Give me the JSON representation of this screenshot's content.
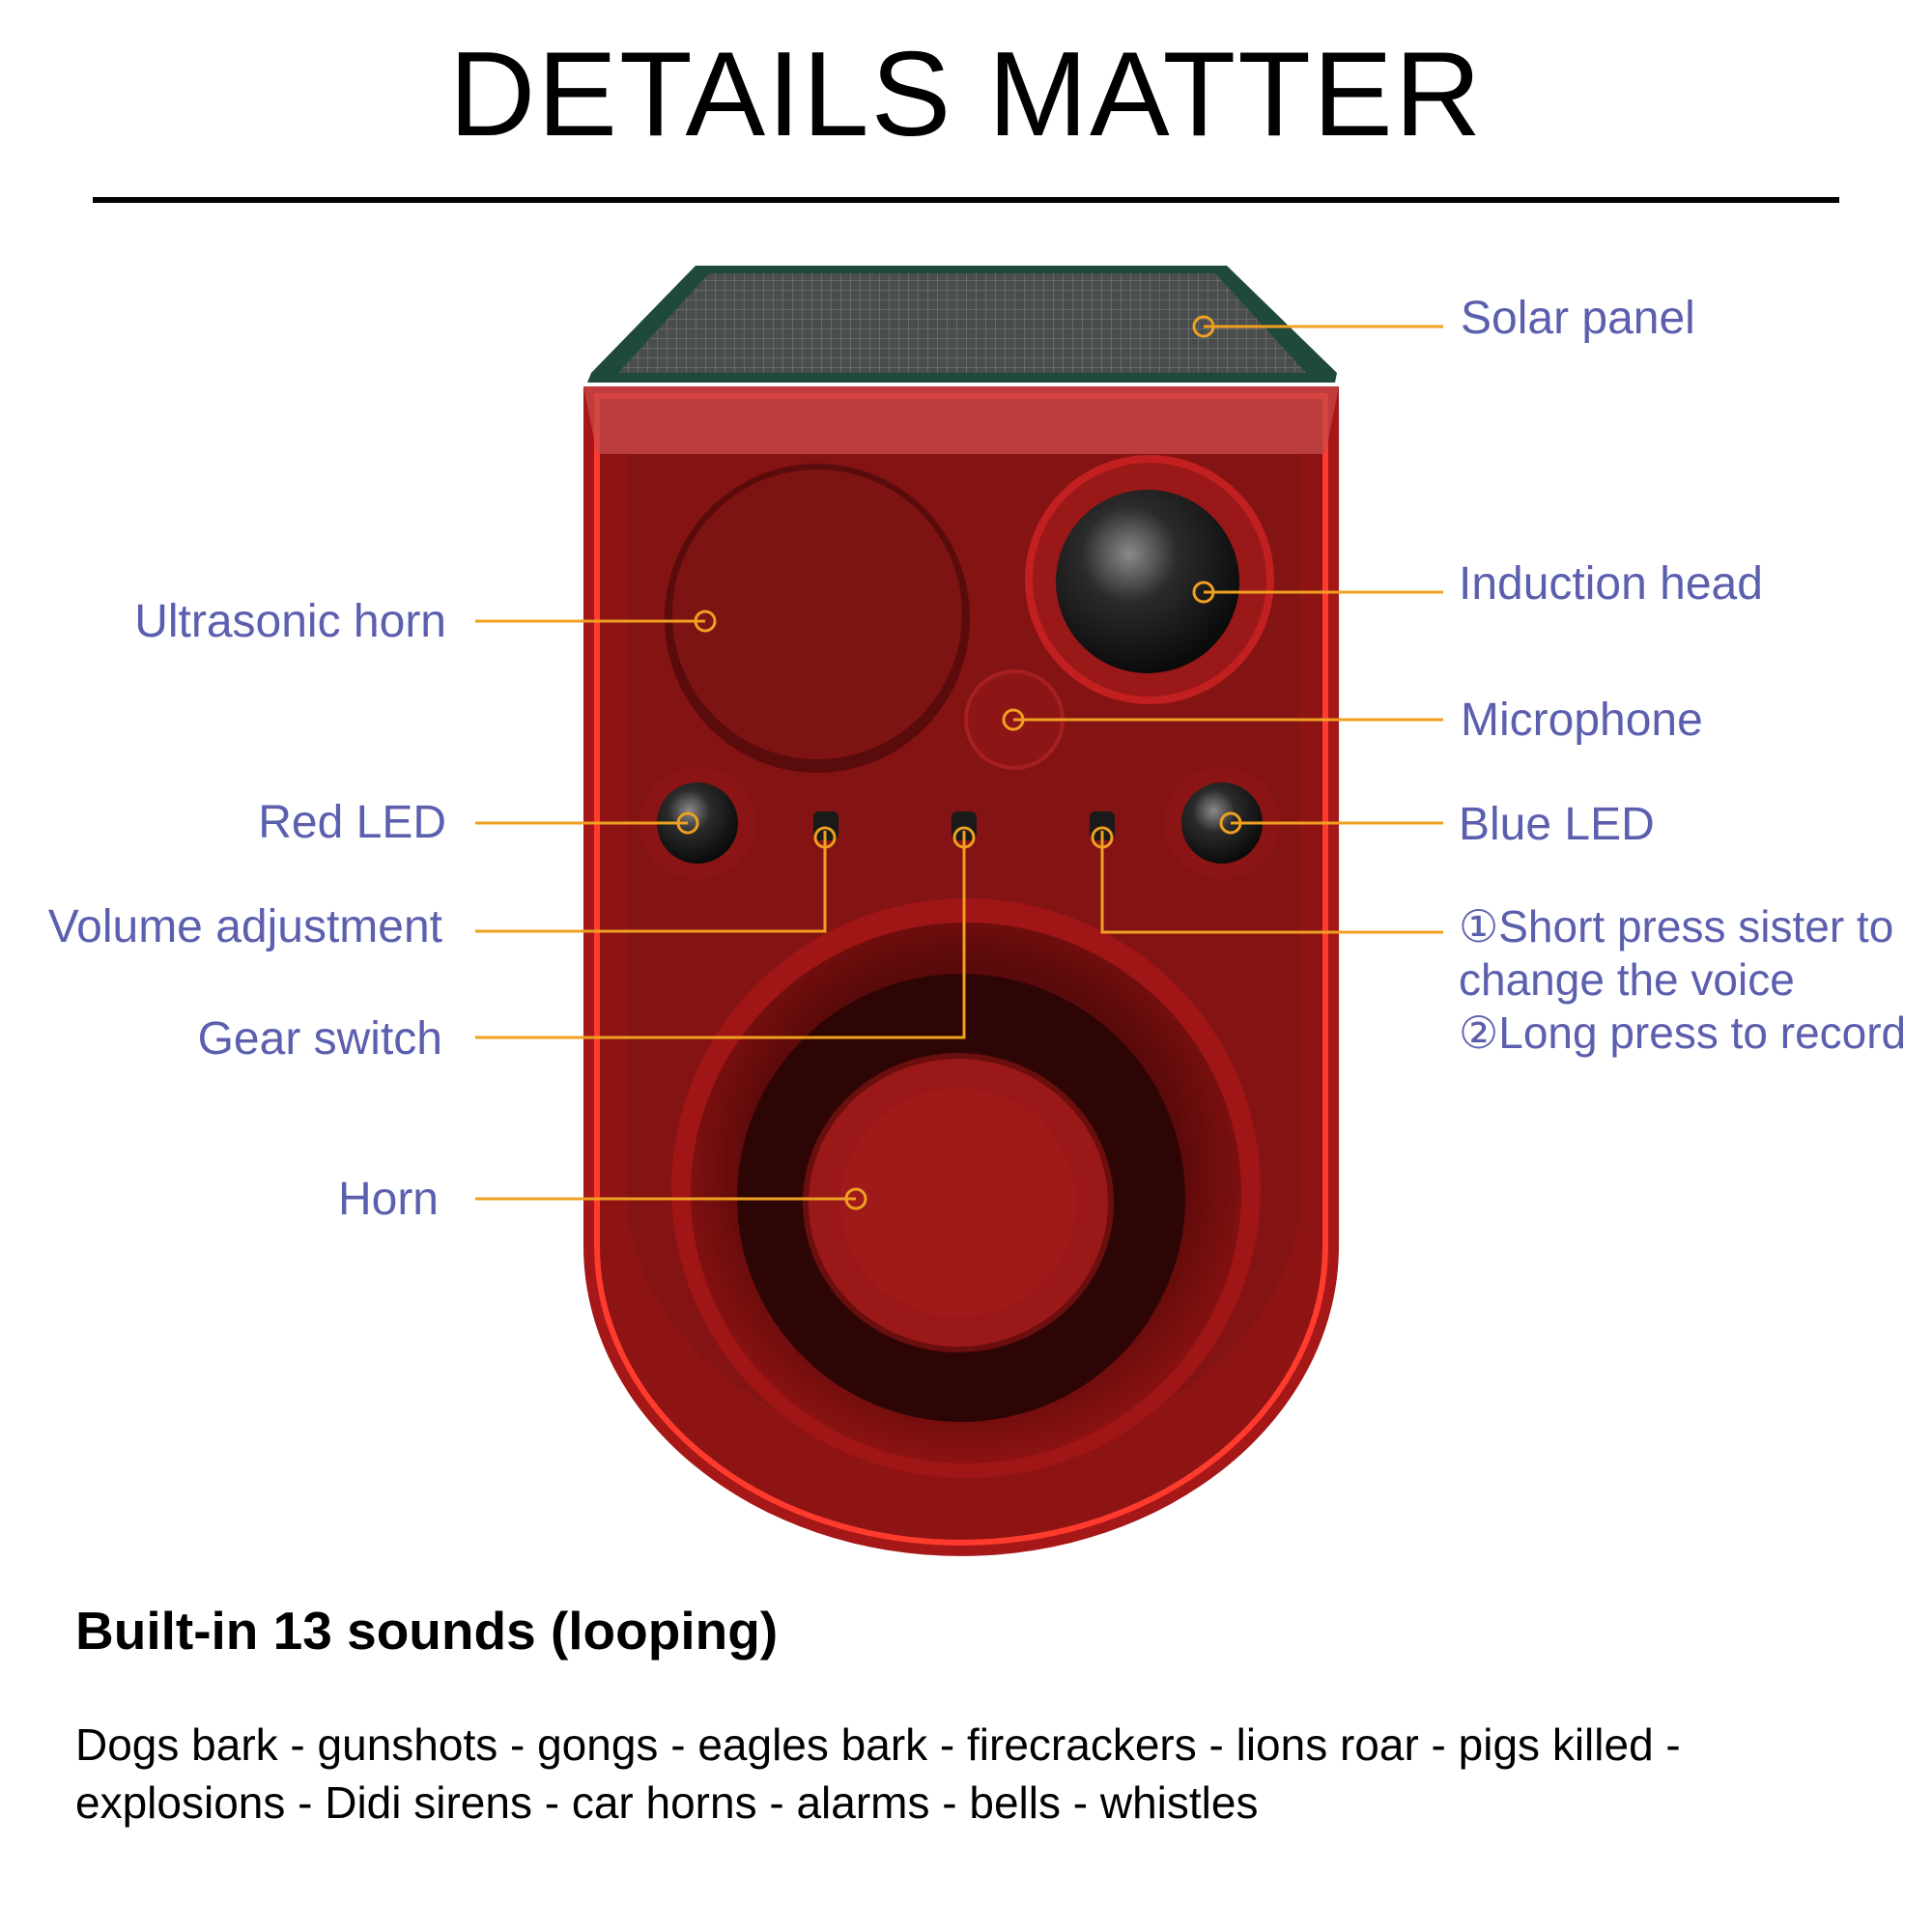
{
  "title": "DETAILS MATTER",
  "callouts": {
    "solar_panel": "Solar panel",
    "induction_head": "Induction head",
    "microphone": "Microphone",
    "blue_led": "Blue LED",
    "button_line1": "①Short press sister to",
    "button_line2": "change the voice",
    "button_line3": "②Long press to record",
    "ultrasonic_horn": "Ultrasonic horn",
    "red_led": "Red LED",
    "volume_adjustment": "Volume adjustment",
    "gear_switch": "Gear switch",
    "horn": "Horn"
  },
  "sounds": {
    "heading": "Built-in 13 sounds (looping)",
    "list": "Dogs bark - gunshots - gongs - eagles bark - firecrackers - lions roar - pigs killed - explosions - Didi sirens - car horns - alarms - bells - whistles"
  },
  "colors": {
    "label_text": "#5b5fae",
    "leader_line": "#f0a020",
    "device_red": "#b01818",
    "solar_panel": "#1f4a3a"
  }
}
